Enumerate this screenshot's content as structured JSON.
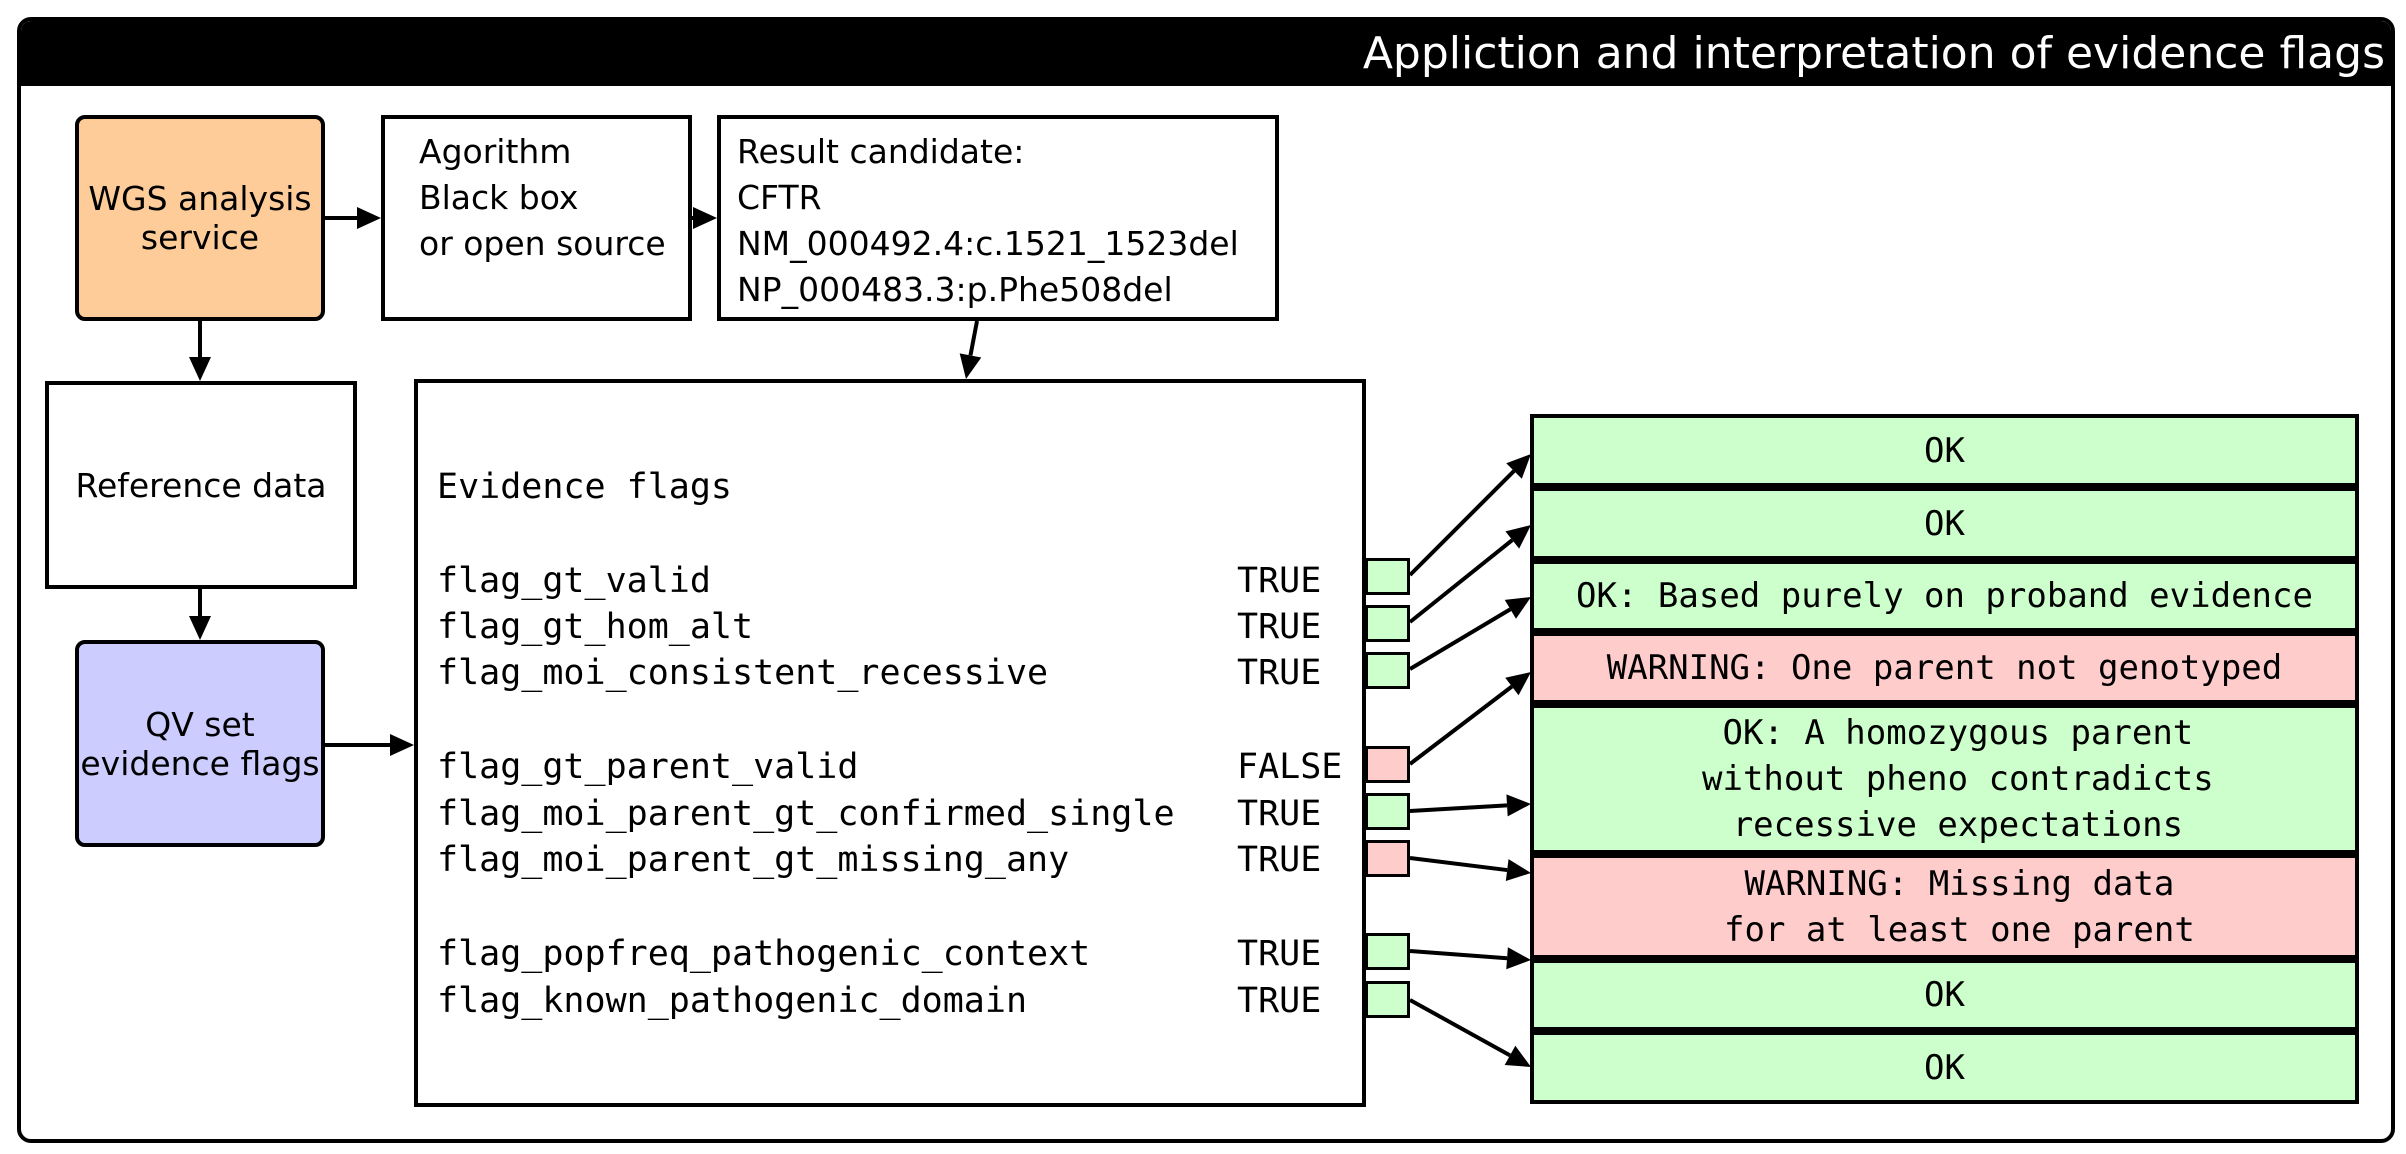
{
  "title": "Appliction and interpretation of evidence flags",
  "colors": {
    "ok": "#ccffcc",
    "warning": "#ffcccc",
    "service": "#fdcc99",
    "flagset": "#ccccff",
    "title_bar": "#000000"
  },
  "wgs": {
    "lines": [
      "WGS analysis",
      "service"
    ]
  },
  "algorithm": {
    "lines": [
      "Agorithm",
      "",
      "Black box",
      "or open source"
    ]
  },
  "candidate": {
    "lines": [
      "Result candidate:",
      "CFTR",
      "NM_000492.4:c.1521_1523del",
      "NP_000483.3:p.Phe508del"
    ]
  },
  "reference": {
    "label": "Reference data"
  },
  "qv": {
    "lines": [
      "QV set",
      "evidence flags"
    ]
  },
  "evidence": {
    "heading": "Evidence flags",
    "flags": [
      {
        "name": "flag_gt_valid",
        "value": "TRUE",
        "status": "ok"
      },
      {
        "name": "flag_gt_hom_alt",
        "value": "TRUE",
        "status": "ok"
      },
      {
        "name": "flag_moi_consistent_recessive",
        "value": "TRUE",
        "status": "ok"
      },
      {
        "name": "flag_gt_parent_valid",
        "value": "FALSE",
        "status": "warning"
      },
      {
        "name": "flag_moi_parent_gt_confirmed_single",
        "value": "TRUE",
        "status": "ok"
      },
      {
        "name": "flag_moi_parent_gt_missing_any",
        "value": "TRUE",
        "status": "warning"
      },
      {
        "name": "flag_popfreq_pathogenic_context",
        "value": "TRUE",
        "status": "ok"
      },
      {
        "name": "flag_known_pathogenic_domain",
        "value": "TRUE",
        "status": "ok"
      }
    ]
  },
  "results": [
    {
      "lines": [
        "OK"
      ],
      "status": "ok"
    },
    {
      "lines": [
        "OK"
      ],
      "status": "ok"
    },
    {
      "lines": [
        "OK: Based purely on proband evidence"
      ],
      "status": "ok"
    },
    {
      "lines": [
        "WARNING: One parent not genotyped"
      ],
      "status": "warning"
    },
    {
      "lines": [
        "OK: A homozygous parent",
        "without pheno contradicts",
        "recessive expectations"
      ],
      "status": "ok"
    },
    {
      "lines": [
        "WARNING: Missing data",
        "for at least one parent"
      ],
      "status": "warning"
    },
    {
      "lines": [
        "OK"
      ],
      "status": "ok"
    },
    {
      "lines": [
        "OK"
      ],
      "status": "ok"
    }
  ]
}
